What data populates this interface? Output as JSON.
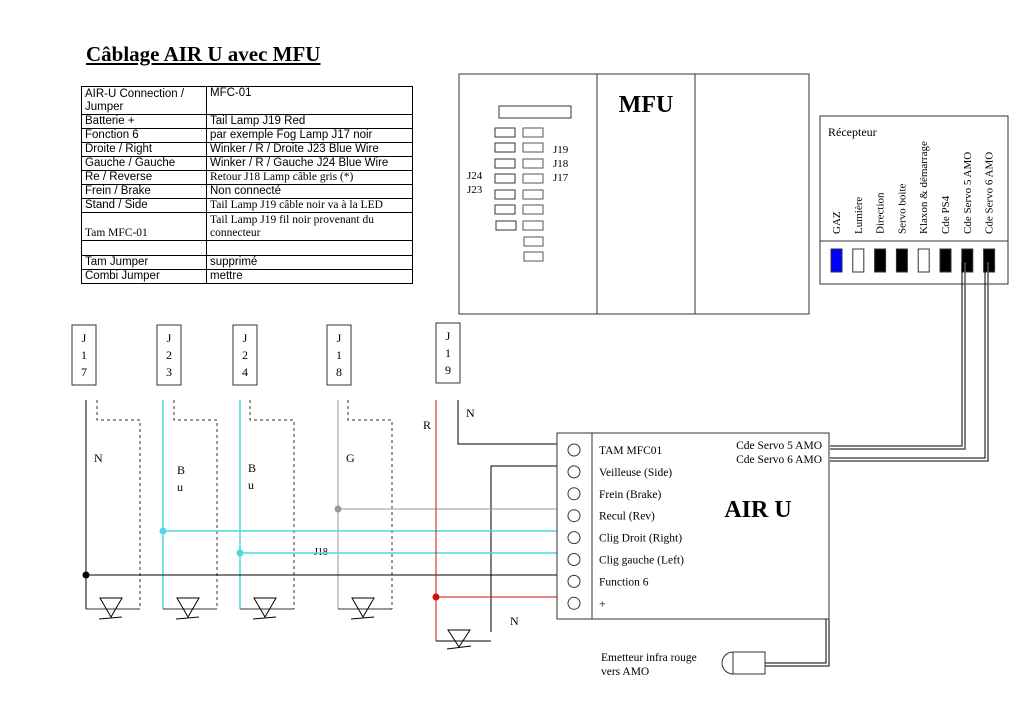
{
  "title": "Câblage AIR U avec MFU",
  "table": {
    "rows": [
      {
        "left": "AIR-U Connection / Jumper",
        "right": "MFC-01"
      },
      {
        "left": "Batterie +",
        "right": "Tail Lamp  J19 Red"
      },
      {
        "left": "Fonction 6",
        "right": "par exemple Fog Lamp J17 noir"
      },
      {
        "left": "Droite / Right",
        "right": "Winker / R / Droite J23 Blue Wire"
      },
      {
        "left": "Gauche / Gauche",
        "right": "Winker / R / Gauche J24 Blue Wire"
      },
      {
        "left": "Re / Reverse",
        "right": "Retour J18 Lamp câble gris (*)"
      },
      {
        "left": "Frein / Brake",
        "right": "Non connecté"
      },
      {
        "left": "Stand / Side",
        "right": "Tail Lamp J19 câble noir va à la LED"
      },
      {
        "left": "Tam MFC-01",
        "right": "Tail Lamp J19 fil noir provenant du connecteur"
      },
      {
        "left": "",
        "right": ""
      },
      {
        "left": "Tam Jumper",
        "right": "supprimé"
      },
      {
        "left": "Combi Jumper",
        "right": "mettre"
      }
    ]
  },
  "mfu": {
    "title": "MFU",
    "right_labels": [
      "J19",
      "J18",
      "J17"
    ],
    "left_labels": [
      "J24",
      "J23"
    ]
  },
  "receiver": {
    "title": "Récepteur",
    "channels": [
      {
        "label": "GAZ",
        "state": "blue"
      },
      {
        "label": "Lumière",
        "state": "empty"
      },
      {
        "label": "Direction",
        "state": "filled"
      },
      {
        "label": "Servo boite",
        "state": "filled"
      },
      {
        "label": "Klaxon & démarrage",
        "state": "empty"
      },
      {
        "label": "Cde PS4",
        "state": "filled"
      },
      {
        "label": "Cde Servo 5 AMO",
        "state": "filled"
      },
      {
        "label": "Cde Servo 6 AMO",
        "state": "filled"
      }
    ]
  },
  "connectors": [
    {
      "name": "J17",
      "chars": [
        "J",
        "1",
        "7"
      ],
      "wire_label": [
        "N"
      ]
    },
    {
      "name": "J23",
      "chars": [
        "J",
        "2",
        "3"
      ],
      "wire_label": [
        "B",
        "u"
      ]
    },
    {
      "name": "J24",
      "chars": [
        "J",
        "2",
        "4"
      ],
      "wire_label": [
        "B",
        "u"
      ]
    },
    {
      "name": "J18",
      "chars": [
        "J",
        "1",
        "8"
      ],
      "wire_label": [
        "G"
      ]
    },
    {
      "name": "J19",
      "chars": [
        "J",
        "1",
        "9"
      ],
      "wire_label": [
        "R"
      ]
    }
  ],
  "labels": {
    "j19_ground": "N",
    "j18_wire": "J18",
    "bottom_ground": "N"
  },
  "airu": {
    "title": "AIR U",
    "pins": [
      "TAM MFC01",
      "Veilleuse (Side)",
      "Frein (Brake)",
      "Recul (Rev)",
      "Clig Droit (Right)",
      "Clig gauche (Left)",
      "Function 6",
      "+"
    ],
    "servo_outputs": [
      "Cde Servo 5 AMO",
      "Cde Servo 6 AMO"
    ]
  },
  "emitter": {
    "line1": "Emetteur infra rouge",
    "line2": "vers AMO"
  },
  "colors": {
    "blue_wire": "#4fd8e0",
    "grey_wire": "#9a9a9a",
    "red_wire": "#d01010",
    "black_wire": "#000000",
    "gaz_channel": "#0000ff"
  }
}
